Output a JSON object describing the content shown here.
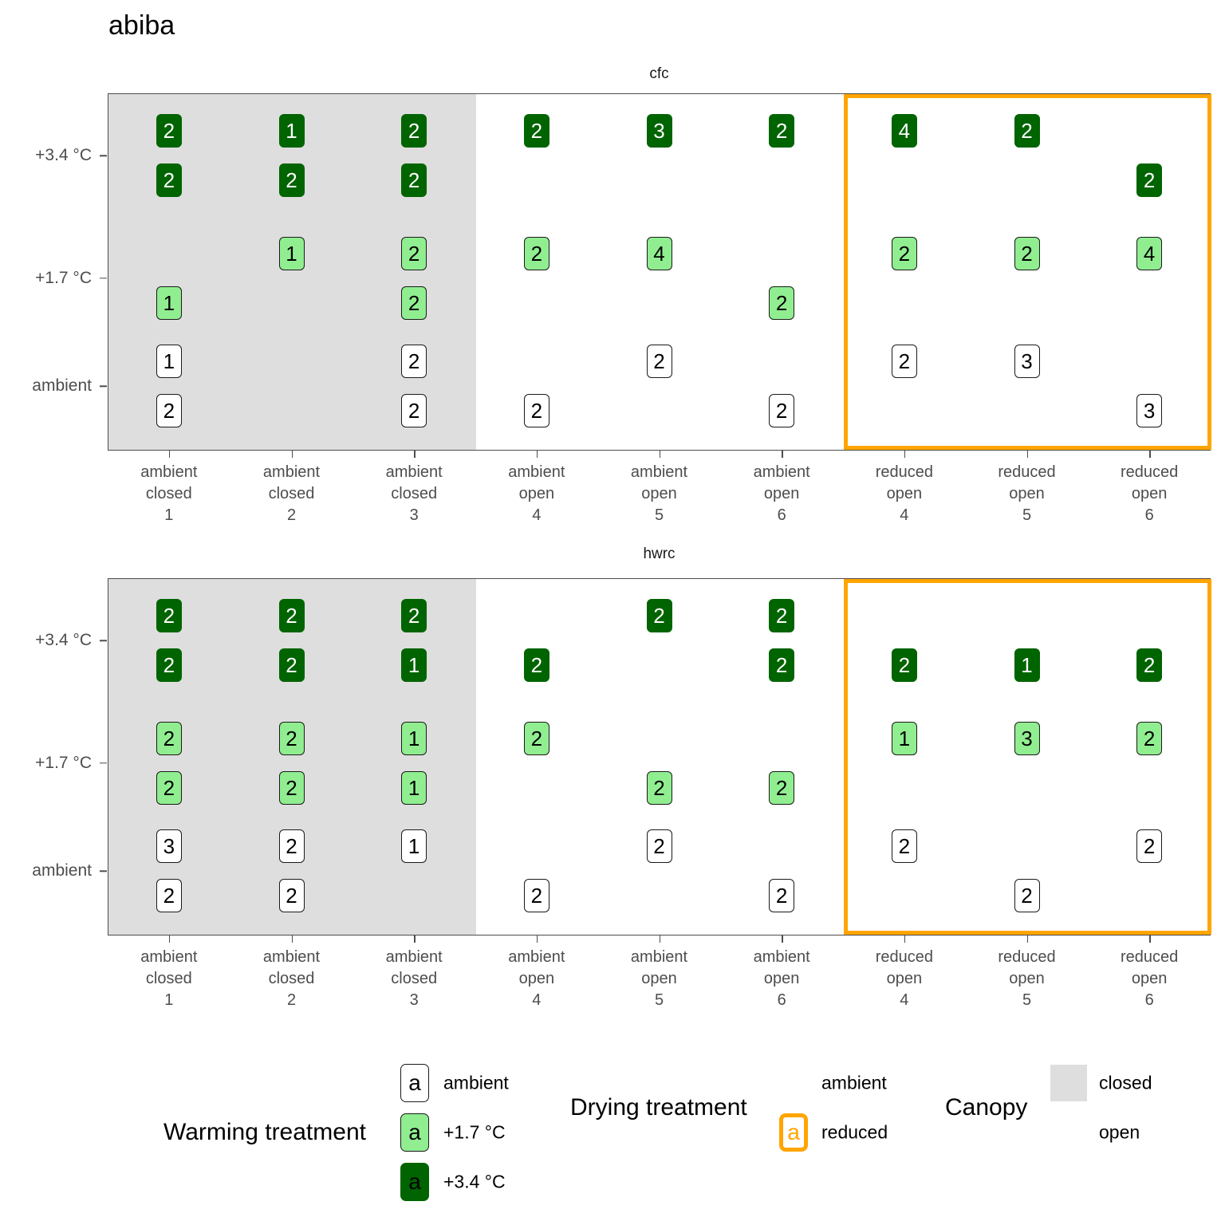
{
  "title": "abiba",
  "chart_data": {
    "type": "scatter",
    "title": "abiba",
    "xlabel": "",
    "ylabel": "",
    "grid": false,
    "facet_variable": "site",
    "facets": [
      "cfc",
      "hwrc"
    ],
    "y_categories": [
      "ambient",
      "+1.7 °C",
      "+3.4 °C"
    ],
    "x_categories": [
      {
        "drying": "ambient",
        "canopy": "closed",
        "plot": "1",
        "lines": [
          "ambient",
          "closed",
          "1"
        ]
      },
      {
        "drying": "ambient",
        "canopy": "closed",
        "plot": "2",
        "lines": [
          "ambient",
          "closed",
          "2"
        ]
      },
      {
        "drying": "ambient",
        "canopy": "closed",
        "plot": "3",
        "lines": [
          "ambient",
          "closed",
          "3"
        ]
      },
      {
        "drying": "ambient",
        "canopy": "open",
        "plot": "4",
        "lines": [
          "ambient",
          "open",
          "4"
        ]
      },
      {
        "drying": "ambient",
        "canopy": "open",
        "plot": "5",
        "lines": [
          "ambient",
          "open",
          "5"
        ]
      },
      {
        "drying": "ambient",
        "canopy": "open",
        "plot": "6",
        "lines": [
          "ambient",
          "open",
          "6"
        ]
      },
      {
        "drying": "reduced",
        "canopy": "open",
        "plot": "4",
        "lines": [
          "reduced",
          "open",
          "4"
        ]
      },
      {
        "drying": "reduced",
        "canopy": "open",
        "plot": "5",
        "lines": [
          "reduced",
          "open",
          "5"
        ]
      },
      {
        "drying": "reduced",
        "canopy": "open",
        "plot": "6",
        "lines": [
          "reduced",
          "open",
          "6"
        ]
      }
    ],
    "points": {
      "cfc": [
        {
          "col": 0,
          "row": "+3.4 °C",
          "sub": 0,
          "value": "2",
          "warming": "+3.4 °C"
        },
        {
          "col": 0,
          "row": "+3.4 °C",
          "sub": 1,
          "value": "2",
          "warming": "+3.4 °C"
        },
        {
          "col": 0,
          "row": "+1.7 °C",
          "sub": 1,
          "value": "1",
          "warming": "+1.7 °C"
        },
        {
          "col": 0,
          "row": "ambient",
          "sub": 0,
          "value": "1",
          "warming": "ambient"
        },
        {
          "col": 0,
          "row": "ambient",
          "sub": 1,
          "value": "2",
          "warming": "ambient"
        },
        {
          "col": 1,
          "row": "+3.4 °C",
          "sub": 0,
          "value": "1",
          "warming": "+3.4 °C"
        },
        {
          "col": 1,
          "row": "+3.4 °C",
          "sub": 1,
          "value": "2",
          "warming": "+3.4 °C"
        },
        {
          "col": 1,
          "row": "+1.7 °C",
          "sub": 0,
          "value": "1",
          "warming": "+1.7 °C"
        },
        {
          "col": 2,
          "row": "+3.4 °C",
          "sub": 0,
          "value": "2",
          "warming": "+3.4 °C"
        },
        {
          "col": 2,
          "row": "+3.4 °C",
          "sub": 1,
          "value": "2",
          "warming": "+3.4 °C"
        },
        {
          "col": 2,
          "row": "+1.7 °C",
          "sub": 0,
          "value": "2",
          "warming": "+1.7 °C"
        },
        {
          "col": 2,
          "row": "+1.7 °C",
          "sub": 1,
          "value": "2",
          "warming": "+1.7 °C"
        },
        {
          "col": 2,
          "row": "ambient",
          "sub": 0,
          "value": "2",
          "warming": "ambient"
        },
        {
          "col": 2,
          "row": "ambient",
          "sub": 1,
          "value": "2",
          "warming": "ambient"
        },
        {
          "col": 3,
          "row": "+3.4 °C",
          "sub": 0,
          "value": "2",
          "warming": "+3.4 °C"
        },
        {
          "col": 3,
          "row": "+1.7 °C",
          "sub": 0,
          "value": "2",
          "warming": "+1.7 °C"
        },
        {
          "col": 3,
          "row": "ambient",
          "sub": 1,
          "value": "2",
          "warming": "ambient"
        },
        {
          "col": 4,
          "row": "+3.4 °C",
          "sub": 0,
          "value": "3",
          "warming": "+3.4 °C"
        },
        {
          "col": 4,
          "row": "+1.7 °C",
          "sub": 0,
          "value": "4",
          "warming": "+1.7 °C"
        },
        {
          "col": 4,
          "row": "ambient",
          "sub": 0,
          "value": "2",
          "warming": "ambient"
        },
        {
          "col": 5,
          "row": "+3.4 °C",
          "sub": 0,
          "value": "2",
          "warming": "+3.4 °C"
        },
        {
          "col": 5,
          "row": "+1.7 °C",
          "sub": 1,
          "value": "2",
          "warming": "+1.7 °C"
        },
        {
          "col": 5,
          "row": "ambient",
          "sub": 1,
          "value": "2",
          "warming": "ambient"
        },
        {
          "col": 6,
          "row": "+3.4 °C",
          "sub": 0,
          "value": "4",
          "warming": "+3.4 °C"
        },
        {
          "col": 6,
          "row": "+1.7 °C",
          "sub": 0,
          "value": "2",
          "warming": "+1.7 °C"
        },
        {
          "col": 6,
          "row": "ambient",
          "sub": 0,
          "value": "2",
          "warming": "ambient"
        },
        {
          "col": 7,
          "row": "+3.4 °C",
          "sub": 0,
          "value": "2",
          "warming": "+3.4 °C"
        },
        {
          "col": 7,
          "row": "+1.7 °C",
          "sub": 0,
          "value": "2",
          "warming": "+1.7 °C"
        },
        {
          "col": 7,
          "row": "ambient",
          "sub": 0,
          "value": "3",
          "warming": "ambient"
        },
        {
          "col": 8,
          "row": "+3.4 °C",
          "sub": 1,
          "value": "2",
          "warming": "+3.4 °C"
        },
        {
          "col": 8,
          "row": "+1.7 °C",
          "sub": 0,
          "value": "4",
          "warming": "+1.7 °C"
        },
        {
          "col": 8,
          "row": "ambient",
          "sub": 1,
          "value": "3",
          "warming": "ambient"
        }
      ],
      "hwrc": [
        {
          "col": 0,
          "row": "+3.4 °C",
          "sub": 0,
          "value": "2",
          "warming": "+3.4 °C"
        },
        {
          "col": 0,
          "row": "+3.4 °C",
          "sub": 1,
          "value": "2",
          "warming": "+3.4 °C"
        },
        {
          "col": 0,
          "row": "+1.7 °C",
          "sub": 0,
          "value": "2",
          "warming": "+1.7 °C"
        },
        {
          "col": 0,
          "row": "+1.7 °C",
          "sub": 1,
          "value": "2",
          "warming": "+1.7 °C"
        },
        {
          "col": 0,
          "row": "ambient",
          "sub": 0,
          "value": "3",
          "warming": "ambient"
        },
        {
          "col": 0,
          "row": "ambient",
          "sub": 1,
          "value": "2",
          "warming": "ambient"
        },
        {
          "col": 1,
          "row": "+3.4 °C",
          "sub": 0,
          "value": "2",
          "warming": "+3.4 °C"
        },
        {
          "col": 1,
          "row": "+3.4 °C",
          "sub": 1,
          "value": "2",
          "warming": "+3.4 °C"
        },
        {
          "col": 1,
          "row": "+1.7 °C",
          "sub": 0,
          "value": "2",
          "warming": "+1.7 °C"
        },
        {
          "col": 1,
          "row": "+1.7 °C",
          "sub": 1,
          "value": "2",
          "warming": "+1.7 °C"
        },
        {
          "col": 1,
          "row": "ambient",
          "sub": 0,
          "value": "2",
          "warming": "ambient"
        },
        {
          "col": 1,
          "row": "ambient",
          "sub": 1,
          "value": "2",
          "warming": "ambient"
        },
        {
          "col": 2,
          "row": "+3.4 °C",
          "sub": 0,
          "value": "2",
          "warming": "+3.4 °C"
        },
        {
          "col": 2,
          "row": "+3.4 °C",
          "sub": 1,
          "value": "1",
          "warming": "+3.4 °C"
        },
        {
          "col": 2,
          "row": "+1.7 °C",
          "sub": 0,
          "value": "1",
          "warming": "+1.7 °C"
        },
        {
          "col": 2,
          "row": "+1.7 °C",
          "sub": 1,
          "value": "1",
          "warming": "+1.7 °C"
        },
        {
          "col": 2,
          "row": "ambient",
          "sub": 0,
          "value": "1",
          "warming": "ambient"
        },
        {
          "col": 3,
          "row": "+3.4 °C",
          "sub": 1,
          "value": "2",
          "warming": "+3.4 °C"
        },
        {
          "col": 3,
          "row": "+1.7 °C",
          "sub": 0,
          "value": "2",
          "warming": "+1.7 °C"
        },
        {
          "col": 3,
          "row": "ambient",
          "sub": 1,
          "value": "2",
          "warming": "ambient"
        },
        {
          "col": 4,
          "row": "+3.4 °C",
          "sub": 0,
          "value": "2",
          "warming": "+3.4 °C"
        },
        {
          "col": 4,
          "row": "+1.7 °C",
          "sub": 1,
          "value": "2",
          "warming": "+1.7 °C"
        },
        {
          "col": 4,
          "row": "ambient",
          "sub": 0,
          "value": "2",
          "warming": "ambient"
        },
        {
          "col": 5,
          "row": "+3.4 °C",
          "sub": 0,
          "value": "2",
          "warming": "+3.4 °C"
        },
        {
          "col": 5,
          "row": "+3.4 °C",
          "sub": 1,
          "value": "2",
          "warming": "+3.4 °C"
        },
        {
          "col": 5,
          "row": "+1.7 °C",
          "sub": 1,
          "value": "2",
          "warming": "+1.7 °C"
        },
        {
          "col": 5,
          "row": "ambient",
          "sub": 1,
          "value": "2",
          "warming": "ambient"
        },
        {
          "col": 6,
          "row": "+3.4 °C",
          "sub": 1,
          "value": "2",
          "warming": "+3.4 °C"
        },
        {
          "col": 6,
          "row": "+1.7 °C",
          "sub": 0,
          "value": "1",
          "warming": "+1.7 °C"
        },
        {
          "col": 6,
          "row": "ambient",
          "sub": 0,
          "value": "2",
          "warming": "ambient"
        },
        {
          "col": 7,
          "row": "+3.4 °C",
          "sub": 1,
          "value": "1",
          "warming": "+3.4 °C"
        },
        {
          "col": 7,
          "row": "+1.7 °C",
          "sub": 0,
          "value": "3",
          "warming": "+1.7 °C"
        },
        {
          "col": 7,
          "row": "ambient",
          "sub": 1,
          "value": "2",
          "warming": "ambient"
        },
        {
          "col": 8,
          "row": "+3.4 °C",
          "sub": 1,
          "value": "2",
          "warming": "+3.4 °C"
        },
        {
          "col": 8,
          "row": "+1.7 °C",
          "sub": 0,
          "value": "2",
          "warming": "+1.7 °C"
        },
        {
          "col": 8,
          "row": "ambient",
          "sub": 0,
          "value": "2",
          "warming": "ambient"
        }
      ]
    }
  },
  "legends": {
    "warming": {
      "title": "Warming treatment",
      "items": [
        {
          "key": "a",
          "label": "ambient",
          "style": "k-ambient"
        },
        {
          "key": "a",
          "label": "+1.7 °C",
          "style": "k-w1"
        },
        {
          "key": "a",
          "label": "+3.4 °C",
          "style": "k-w2"
        }
      ]
    },
    "drying": {
      "title": "Drying treatment",
      "items": [
        {
          "key": "",
          "label": "ambient",
          "style": "k-blank"
        },
        {
          "key": "a",
          "label": "reduced",
          "style": "k-reduced"
        }
      ]
    },
    "canopy": {
      "title": "Canopy",
      "items": [
        {
          "swatch": "s-closed",
          "label": "closed"
        },
        {
          "swatch": "s-open",
          "label": "open"
        }
      ]
    }
  },
  "colors": {
    "warming_ambient": "#ffffff",
    "warming_plus17": "#90EE90",
    "warming_plus34": "#006400",
    "drying_reduced": "#FFA500",
    "canopy_closed": "#dedede",
    "panel_border": "#4d4d4d",
    "axis_text": "#4d4d4d"
  }
}
